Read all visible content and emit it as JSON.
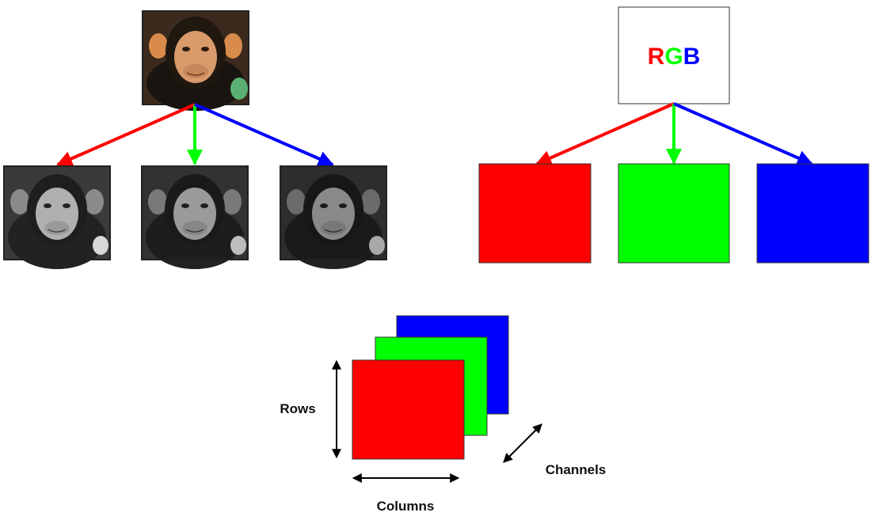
{
  "rgb_box": {
    "r": "R",
    "g": "G",
    "b": "B"
  },
  "labels": {
    "rows": "Rows",
    "columns": "Columns",
    "channels": "Channels"
  },
  "colors": {
    "red": "#ff0000",
    "green": "#00ff00",
    "blue": "#0000ff",
    "arrow_red": "#ff0000",
    "arrow_green": "#00ff00",
    "arrow_blue": "#0000ff"
  },
  "images": {
    "source": "chimpanzee-photo",
    "channel_images": [
      "chimpanzee-red-channel",
      "chimpanzee-green-channel",
      "chimpanzee-blue-channel"
    ]
  }
}
